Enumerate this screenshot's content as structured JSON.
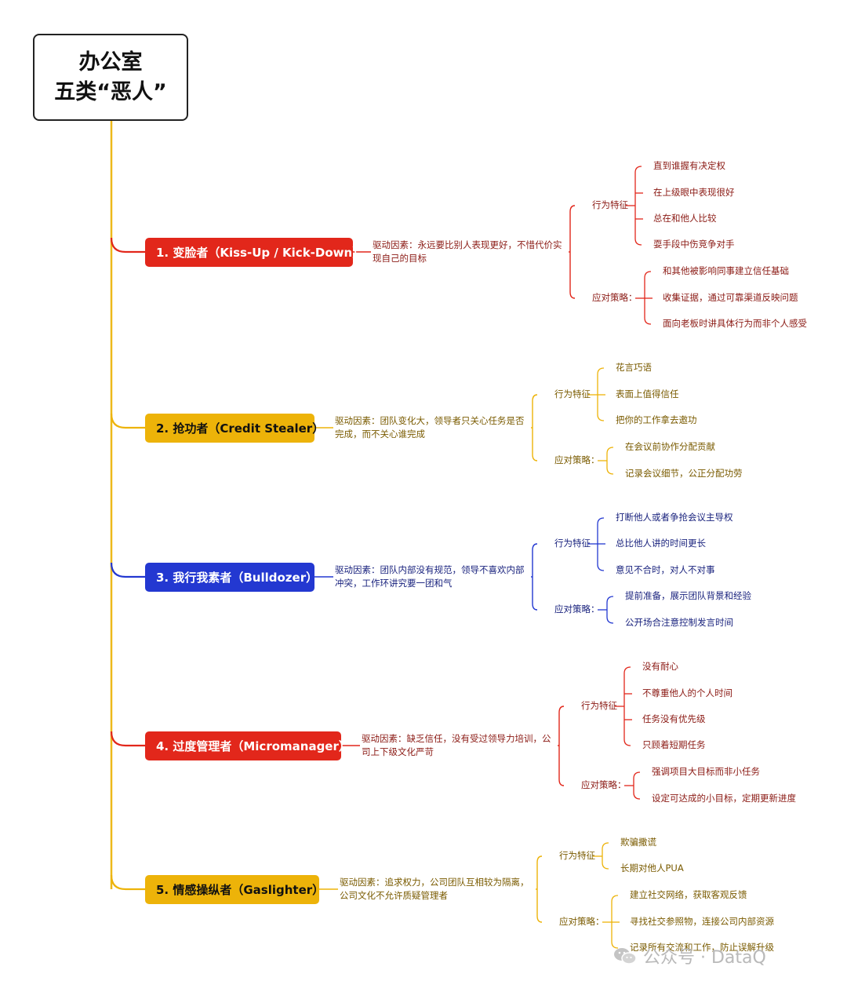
{
  "root": {
    "line1": "办公室",
    "line2": "五类“恶人”"
  },
  "colors": {
    "trunk": "#EDB91B",
    "red": "#E2271B",
    "yellow": "#EDB309",
    "blue": "#2338D1",
    "text_red": "#8B1A14",
    "text_yellow": "#7A5B00",
    "text_blue": "#1A237E"
  },
  "groups": [
    {
      "title": "1. 变脸者（Kiss-Up / Kick-Down）",
      "color": "red",
      "driver": "驱动因素：永远要比别人表现更好，不惜代价实现自己的目标",
      "behavior_label": "行为特征",
      "behaviors": [
        "直到谁握有决定权",
        "在上级眼中表现很好",
        "总在和他人比较",
        "耍手段中伤竞争对手"
      ],
      "strategy_label": "应对策略：",
      "strategies": [
        "和其他被影响同事建立信任基础",
        "收集证据，通过可靠渠道反映问题",
        "面向老板时讲具体行为而非个人感受"
      ]
    },
    {
      "title": "2. 抢功者（Credit Stealer）",
      "color": "yellow",
      "driver": "驱动因素：团队变化大，领导者只关心任务是否完成，而不关心谁完成",
      "behavior_label": "行为特征",
      "behaviors": [
        "花言巧语",
        "表面上值得信任",
        "把你的工作拿去邀功"
      ],
      "strategy_label": "应对策略：",
      "strategies": [
        "在会议前协作分配贡献",
        "记录会议细节，公正分配功劳"
      ]
    },
    {
      "title": "3. 我行我素者（Bulldozer）",
      "color": "blue",
      "driver": "驱动因素：团队内部没有规范，领导不喜欢内部冲突，工作环讲究要一团和气",
      "behavior_label": "行为特征",
      "behaviors": [
        "打断他人或者争抢会议主导权",
        "总比他人讲的时间更长",
        "意见不合时，对人不对事"
      ],
      "strategy_label": "应对策略：",
      "strategies": [
        "提前准备，展示团队背景和经验",
        "公开场合注意控制发言时间"
      ]
    },
    {
      "title": "4. 过度管理者（Micromanager）",
      "color": "red",
      "driver": "驱动因素：缺乏信任，没有受过领导力培训，公司上下级文化严苛",
      "behavior_label": "行为特征",
      "behaviors": [
        "没有耐心",
        "不尊重他人的个人时间",
        "任务没有优先级",
        "只顾着短期任务"
      ],
      "strategy_label": "应对策略：",
      "strategies": [
        "强调项目大目标而非小任务",
        "设定可达成的小目标，定期更新进度"
      ]
    },
    {
      "title": "5. 情感操纵者（Gaslighter）",
      "color": "yellow",
      "driver": "驱动因素：追求权力，公司团队互相较为隔离，公司文化不允许质疑管理者",
      "behavior_label": "行为特征",
      "behaviors": [
        "欺骗撒谎",
        "长期对他人PUA"
      ],
      "strategy_label": "应对策略：",
      "strategies": [
        "建立社交网络，获取客观反馈",
        "寻找社交参照物，连接公司内部资源",
        "记录所有交流和工作，防止误解升级"
      ]
    }
  ],
  "watermark": "公众号 · DataQ"
}
